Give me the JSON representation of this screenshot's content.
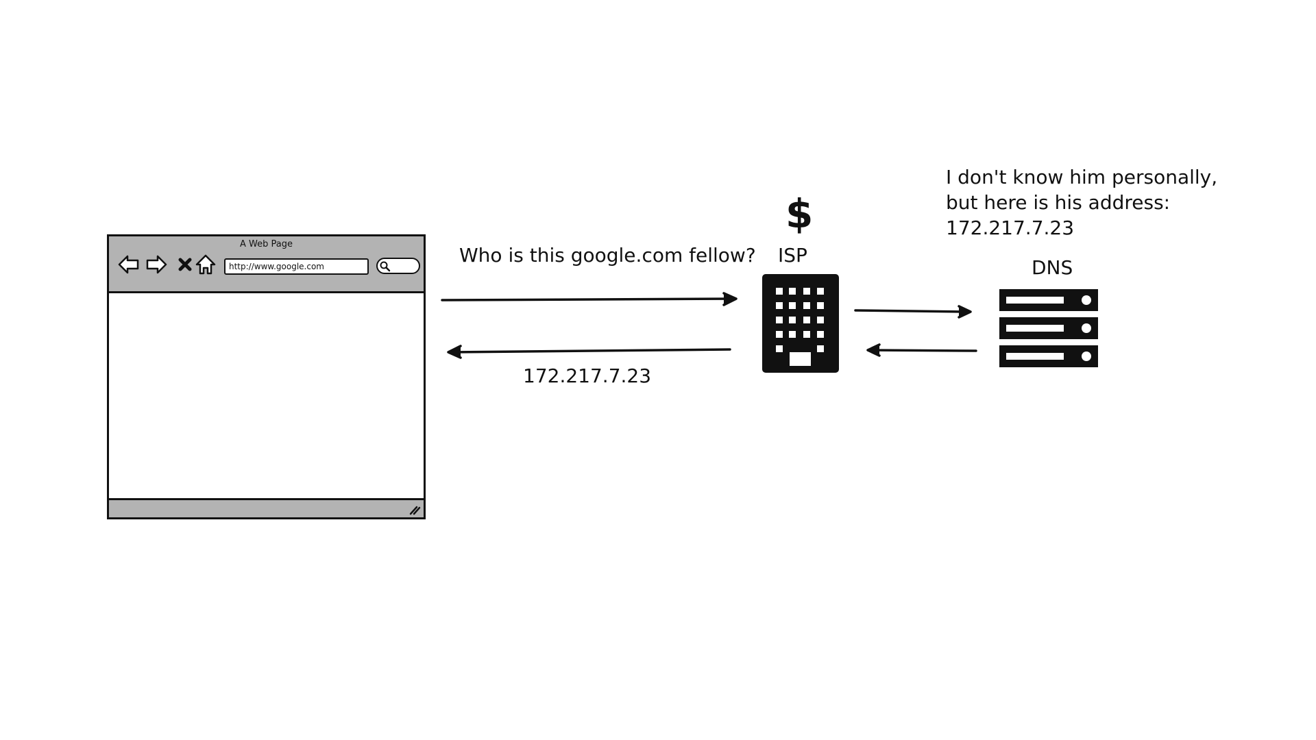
{
  "browser": {
    "title": "A Web Page",
    "url": "http://www.google.com"
  },
  "messages": {
    "question": "Who is this google.com fellow?",
    "answer": "172.217.7.23",
    "dns_reply_lines": [
      "I don't know him personally,",
      "but here is his address:",
      "172.217.7.23"
    ]
  },
  "nodes": {
    "isp_label": "ISP",
    "isp_symbol": "$",
    "dns_label": "DNS"
  },
  "icons": {
    "isp": "office-building-icon",
    "dns": "server-rack-icon"
  }
}
